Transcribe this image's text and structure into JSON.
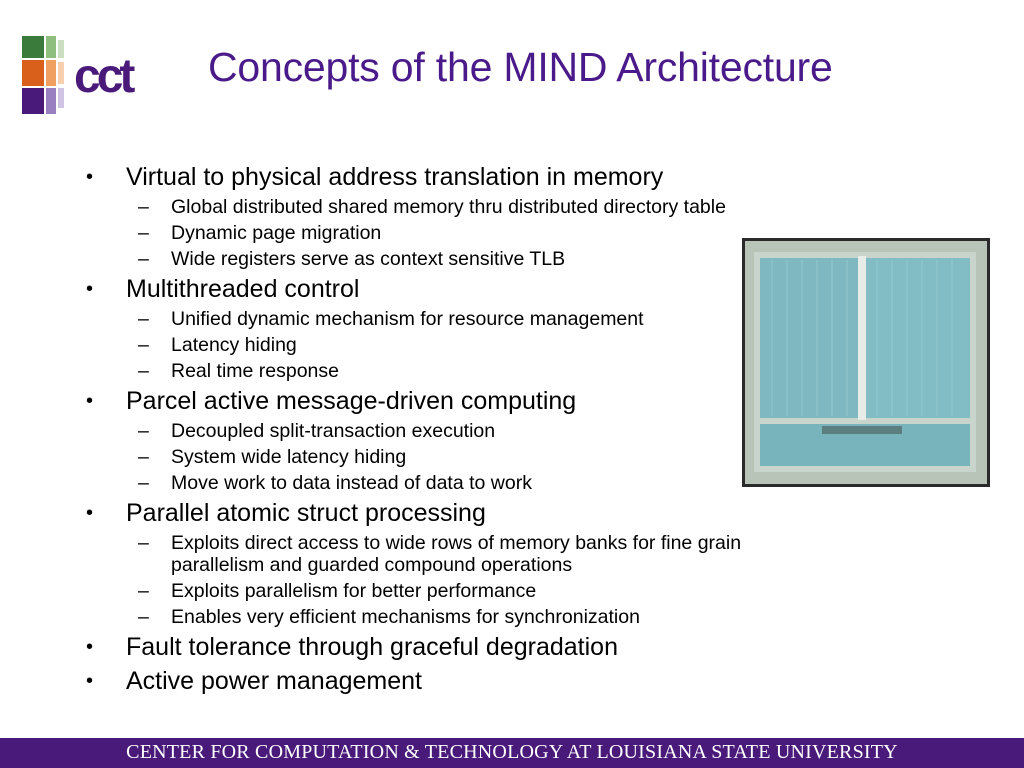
{
  "logo": {
    "text": "cct"
  },
  "title": "Concepts of the MIND Architecture",
  "bullets": [
    {
      "text": "Virtual to physical address translation in memory",
      "subs": [
        "Global distributed shared memory thru distributed directory table",
        "Dynamic page migration",
        "Wide registers serve as context sensitive TLB"
      ]
    },
    {
      "text": "Multithreaded control",
      "subs": [
        "Unified dynamic mechanism for resource management",
        "Latency hiding",
        "Real time response"
      ]
    },
    {
      "text": "Parcel active message-driven computing",
      "subs": [
        "Decoupled split-transaction execution",
        "System wide latency hiding",
        "Move work to data instead of data to work"
      ]
    },
    {
      "text": "Parallel atomic struct processing",
      "subs": [
        "Exploits direct access to wide rows of memory banks for fine grain",
        "parallelism and guarded compound operations",
        "Exploits parallelism for better performance",
        "Enables very efficient mechanisms for synchronization"
      ]
    },
    {
      "text": "Fault tolerance through graceful degradation",
      "subs": []
    },
    {
      "text": "Active power management",
      "subs": []
    }
  ],
  "bullet_symbol": "•",
  "sub_symbol": "–",
  "footer": "CENTER FOR COMPUTATION & TECHNOLOGY AT LOUISIANA STATE UNIVERSITY",
  "colors": {
    "title": "#4a1a8a",
    "footer_bg": "#4a1a7a",
    "chip": "#7fb8c0"
  }
}
